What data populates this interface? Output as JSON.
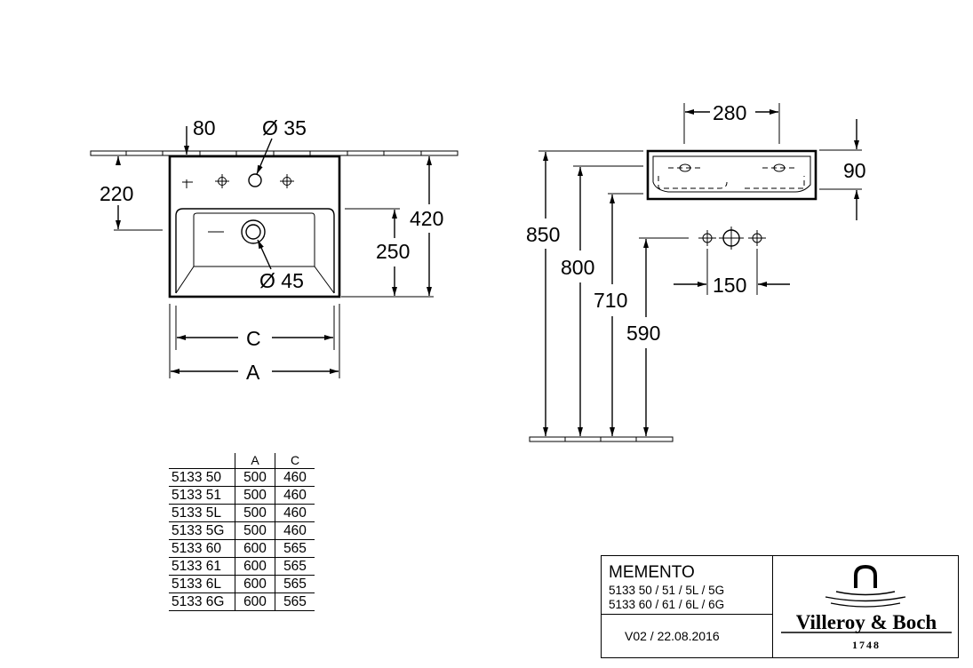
{
  "dimensions": {
    "front_top_offset": "80",
    "front_tap_hole": "Ø 35",
    "front_tap_height": "220",
    "front_total_depth": "420",
    "front_bowl_depth": "250",
    "front_waste": "Ø 45",
    "front_inner_width": "C",
    "front_overall_width": "A",
    "side_width": "280",
    "side_height": "90",
    "side_floor_rim": "850",
    "side_floor_800": "800",
    "side_floor_710": "710",
    "side_floor_590": "590",
    "side_hole_spacing": "150"
  },
  "table": {
    "headers": [
      "",
      "A",
      "C"
    ],
    "rows": [
      [
        "5133 50",
        "500",
        "460"
      ],
      [
        "5133 51",
        "500",
        "460"
      ],
      [
        "5133 5L",
        "500",
        "460"
      ],
      [
        "5133 5G",
        "500",
        "460"
      ],
      [
        "5133 60",
        "600",
        "565"
      ],
      [
        "5133 61",
        "600",
        "565"
      ],
      [
        "5133 6L",
        "600",
        "565"
      ],
      [
        "5133 6G",
        "600",
        "565"
      ]
    ]
  },
  "title_block": {
    "product_name": "MEMENTO",
    "codes_line1": "5133 50 / 51 / 5L / 5G",
    "codes_line2": "5133 60 / 61 / 6L / 6G",
    "version": "V02 / 22.08.2016",
    "brand": "Villeroy & Boch",
    "brand_year": "1748"
  }
}
